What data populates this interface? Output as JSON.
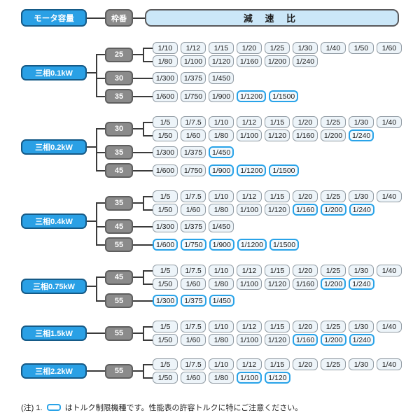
{
  "header": {
    "motor_capacity_label": "モータ容量",
    "frame_label": "枠番",
    "ratio_label": "減 速 比"
  },
  "colors": {
    "motor_box_fill": "#2aa0e5",
    "motor_box_border": "#155a87",
    "frame_box_fill": "#8b8b8b",
    "frame_box_border": "#5e5e5e",
    "ratio_header_fill": "#cbe7f8",
    "chip_fill": "#edf4f9",
    "chip_border": "#929ca4",
    "torque_limited_border": "#29a3e8",
    "line_color": "#3a3a3a"
  },
  "sections": [
    {
      "motor": "三相0.1kW",
      "groups": [
        {
          "frame": "25",
          "rows": [
            [
              {
                "label": "1/10",
                "torque_limited": false
              },
              {
                "label": "1/12",
                "torque_limited": false
              },
              {
                "label": "1/15",
                "torque_limited": false
              },
              {
                "label": "1/20",
                "torque_limited": false
              },
              {
                "label": "1/25",
                "torque_limited": false
              },
              {
                "label": "1/30",
                "torque_limited": false
              },
              {
                "label": "1/40",
                "torque_limited": false
              },
              {
                "label": "1/50",
                "torque_limited": false
              },
              {
                "label": "1/60",
                "torque_limited": false
              }
            ],
            [
              {
                "label": "1/80",
                "torque_limited": false
              },
              {
                "label": "1/100",
                "torque_limited": false
              },
              {
                "label": "1/120",
                "torque_limited": false
              },
              {
                "label": "1/160",
                "torque_limited": false
              },
              {
                "label": "1/200",
                "torque_limited": false
              },
              {
                "label": "1/240",
                "torque_limited": false
              }
            ]
          ]
        },
        {
          "frame": "30",
          "rows": [
            [
              {
                "label": "1/300",
                "torque_limited": false
              },
              {
                "label": "1/375",
                "torque_limited": false
              },
              {
                "label": "1/450",
                "torque_limited": false
              }
            ]
          ]
        },
        {
          "frame": "35",
          "rows": [
            [
              {
                "label": "1/600",
                "torque_limited": false
              },
              {
                "label": "1/750",
                "torque_limited": false
              },
              {
                "label": "1/900",
                "torque_limited": false
              },
              {
                "label": "1/1200",
                "torque_limited": true
              },
              {
                "label": "1/1500",
                "torque_limited": true
              }
            ]
          ]
        }
      ]
    },
    {
      "motor": "三相0.2kW",
      "groups": [
        {
          "frame": "30",
          "rows": [
            [
              {
                "label": "1/5",
                "torque_limited": false
              },
              {
                "label": "1/7.5",
                "torque_limited": false
              },
              {
                "label": "1/10",
                "torque_limited": false
              },
              {
                "label": "1/12",
                "torque_limited": false
              },
              {
                "label": "1/15",
                "torque_limited": false
              },
              {
                "label": "1/20",
                "torque_limited": false
              },
              {
                "label": "1/25",
                "torque_limited": false
              },
              {
                "label": "1/30",
                "torque_limited": false
              },
              {
                "label": "1/40",
                "torque_limited": false
              }
            ],
            [
              {
                "label": "1/50",
                "torque_limited": false
              },
              {
                "label": "1/60",
                "torque_limited": false
              },
              {
                "label": "1/80",
                "torque_limited": false
              },
              {
                "label": "1/100",
                "torque_limited": false
              },
              {
                "label": "1/120",
                "torque_limited": false
              },
              {
                "label": "1/160",
                "torque_limited": false
              },
              {
                "label": "1/200",
                "torque_limited": false
              },
              {
                "label": "1/240",
                "torque_limited": true
              }
            ]
          ]
        },
        {
          "frame": "35",
          "rows": [
            [
              {
                "label": "1/300",
                "torque_limited": false
              },
              {
                "label": "1/375",
                "torque_limited": false
              },
              {
                "label": "1/450",
                "torque_limited": true
              }
            ]
          ]
        },
        {
          "frame": "45",
          "rows": [
            [
              {
                "label": "1/600",
                "torque_limited": false
              },
              {
                "label": "1/750",
                "torque_limited": false
              },
              {
                "label": "1/900",
                "torque_limited": true
              },
              {
                "label": "1/1200",
                "torque_limited": true
              },
              {
                "label": "1/1500",
                "torque_limited": true
              }
            ]
          ]
        }
      ]
    },
    {
      "motor": "三相0.4kW",
      "groups": [
        {
          "frame": "35",
          "rows": [
            [
              {
                "label": "1/5",
                "torque_limited": false
              },
              {
                "label": "1/7.5",
                "torque_limited": false
              },
              {
                "label": "1/10",
                "torque_limited": false
              },
              {
                "label": "1/12",
                "torque_limited": false
              },
              {
                "label": "1/15",
                "torque_limited": false
              },
              {
                "label": "1/20",
                "torque_limited": false
              },
              {
                "label": "1/25",
                "torque_limited": false
              },
              {
                "label": "1/30",
                "torque_limited": false
              },
              {
                "label": "1/40",
                "torque_limited": false
              }
            ],
            [
              {
                "label": "1/50",
                "torque_limited": false
              },
              {
                "label": "1/60",
                "torque_limited": false
              },
              {
                "label": "1/80",
                "torque_limited": false
              },
              {
                "label": "1/100",
                "torque_limited": false
              },
              {
                "label": "1/120",
                "torque_limited": false
              },
              {
                "label": "1/160",
                "torque_limited": true
              },
              {
                "label": "1/200",
                "torque_limited": true
              },
              {
                "label": "1/240",
                "torque_limited": true
              }
            ]
          ]
        },
        {
          "frame": "45",
          "rows": [
            [
              {
                "label": "1/300",
                "torque_limited": false
              },
              {
                "label": "1/375",
                "torque_limited": false
              },
              {
                "label": "1/450",
                "torque_limited": false
              }
            ]
          ]
        },
        {
          "frame": "55",
          "rows": [
            [
              {
                "label": "1/600",
                "torque_limited": true
              },
              {
                "label": "1/750",
                "torque_limited": true
              },
              {
                "label": "1/900",
                "torque_limited": true
              },
              {
                "label": "1/1200",
                "torque_limited": true
              },
              {
                "label": "1/1500",
                "torque_limited": true
              }
            ]
          ]
        }
      ]
    },
    {
      "motor": "三相0.75kW",
      "groups": [
        {
          "frame": "45",
          "rows": [
            [
              {
                "label": "1/5",
                "torque_limited": false
              },
              {
                "label": "1/7.5",
                "torque_limited": false
              },
              {
                "label": "1/10",
                "torque_limited": false
              },
              {
                "label": "1/12",
                "torque_limited": false
              },
              {
                "label": "1/15",
                "torque_limited": false
              },
              {
                "label": "1/20",
                "torque_limited": false
              },
              {
                "label": "1/25",
                "torque_limited": false
              },
              {
                "label": "1/30",
                "torque_limited": false
              },
              {
                "label": "1/40",
                "torque_limited": false
              }
            ],
            [
              {
                "label": "1/50",
                "torque_limited": false
              },
              {
                "label": "1/60",
                "torque_limited": false
              },
              {
                "label": "1/80",
                "torque_limited": false
              },
              {
                "label": "1/100",
                "torque_limited": false
              },
              {
                "label": "1/120",
                "torque_limited": false
              },
              {
                "label": "1/160",
                "torque_limited": false
              },
              {
                "label": "1/200",
                "torque_limited": true
              },
              {
                "label": "1/240",
                "torque_limited": true
              }
            ]
          ]
        },
        {
          "frame": "55",
          "rows": [
            [
              {
                "label": "1/300",
                "torque_limited": true
              },
              {
                "label": "1/375",
                "torque_limited": true
              },
              {
                "label": "1/450",
                "torque_limited": true
              }
            ]
          ]
        }
      ]
    },
    {
      "motor": "三相1.5kW",
      "groups": [
        {
          "frame": "55",
          "rows": [
            [
              {
                "label": "1/5",
                "torque_limited": false
              },
              {
                "label": "1/7.5",
                "torque_limited": false
              },
              {
                "label": "1/10",
                "torque_limited": false
              },
              {
                "label": "1/12",
                "torque_limited": false
              },
              {
                "label": "1/15",
                "torque_limited": false
              },
              {
                "label": "1/20",
                "torque_limited": false
              },
              {
                "label": "1/25",
                "torque_limited": false
              },
              {
                "label": "1/30",
                "torque_limited": false
              },
              {
                "label": "1/40",
                "torque_limited": false
              }
            ],
            [
              {
                "label": "1/50",
                "torque_limited": false
              },
              {
                "label": "1/60",
                "torque_limited": false
              },
              {
                "label": "1/80",
                "torque_limited": false
              },
              {
                "label": "1/100",
                "torque_limited": false
              },
              {
                "label": "1/120",
                "torque_limited": false
              },
              {
                "label": "1/160",
                "torque_limited": true
              },
              {
                "label": "1/200",
                "torque_limited": true
              },
              {
                "label": "1/240",
                "torque_limited": true
              }
            ]
          ]
        }
      ]
    },
    {
      "motor": "三相2.2kW",
      "groups": [
        {
          "frame": "55",
          "rows": [
            [
              {
                "label": "1/5",
                "torque_limited": false
              },
              {
                "label": "1/7.5",
                "torque_limited": false
              },
              {
                "label": "1/10",
                "torque_limited": false
              },
              {
                "label": "1/12",
                "torque_limited": false
              },
              {
                "label": "1/15",
                "torque_limited": false
              },
              {
                "label": "1/20",
                "torque_limited": false
              },
              {
                "label": "1/25",
                "torque_limited": false
              },
              {
                "label": "1/30",
                "torque_limited": false
              },
              {
                "label": "1/40",
                "torque_limited": false
              }
            ],
            [
              {
                "label": "1/50",
                "torque_limited": false
              },
              {
                "label": "1/60",
                "torque_limited": false
              },
              {
                "label": "1/80",
                "torque_limited": false
              },
              {
                "label": "1/100",
                "torque_limited": true
              },
              {
                "label": "1/120",
                "torque_limited": true
              }
            ]
          ]
        }
      ]
    }
  ],
  "note": {
    "prefix": "(注) 1.",
    "text": "はトルク制限機種です。性能表の許容トルクに特にご注意ください。"
  }
}
